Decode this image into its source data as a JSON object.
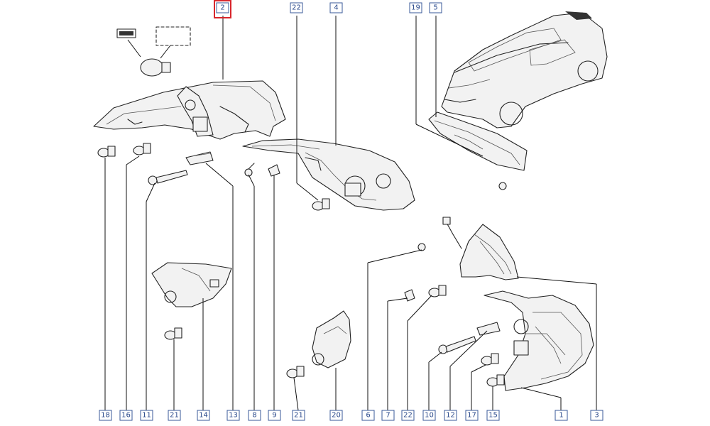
{
  "diagram": {
    "highlight_color": "#d8262c",
    "label_color": "#2b4a8c",
    "top_callouts": [
      {
        "id": "2",
        "text": "2",
        "highlighted": true
      },
      {
        "id": "22a",
        "text": "22",
        "highlighted": false
      },
      {
        "id": "4",
        "text": "4",
        "highlighted": false
      },
      {
        "id": "19",
        "text": "19",
        "highlighted": false
      },
      {
        "id": "5",
        "text": "5",
        "highlighted": false
      }
    ],
    "bottom_callouts": [
      {
        "id": "18",
        "text": "18"
      },
      {
        "id": "16",
        "text": "16"
      },
      {
        "id": "11",
        "text": "11"
      },
      {
        "id": "21a",
        "text": "21"
      },
      {
        "id": "14",
        "text": "14"
      },
      {
        "id": "13",
        "text": "13"
      },
      {
        "id": "8",
        "text": "8"
      },
      {
        "id": "9",
        "text": "9"
      },
      {
        "id": "21b",
        "text": "21"
      },
      {
        "id": "20",
        "text": "20"
      },
      {
        "id": "6",
        "text": "6"
      },
      {
        "id": "7",
        "text": "7"
      },
      {
        "id": "22b",
        "text": "22"
      },
      {
        "id": "10",
        "text": "10"
      },
      {
        "id": "12",
        "text": "12"
      },
      {
        "id": "17",
        "text": "17"
      },
      {
        "id": "15",
        "text": "15"
      },
      {
        "id": "1",
        "text": "1"
      },
      {
        "id": "3",
        "text": "3"
      }
    ]
  }
}
